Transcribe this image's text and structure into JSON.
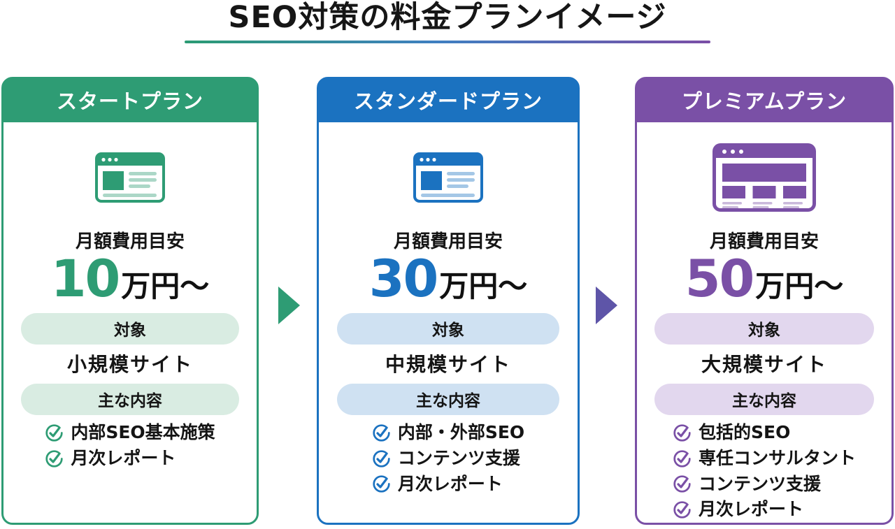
{
  "title": "SEO対策の料金プランイメージ",
  "title_underline": {
    "left_color": "#2B9B73",
    "mid_color": "#3F7FC1",
    "right_color": "#7A4EA6"
  },
  "plans": [
    {
      "name": "スタートプラン",
      "accent": "#2E9C74",
      "accent_light": "#D9ECE2",
      "icon": "browser-window-article-icon",
      "price_label": "月額費用目安",
      "price_value": "10",
      "price_unit": "万円〜",
      "target_label": "対象",
      "target_value": "小規模サイト",
      "contents_label": "主な内容",
      "items": [
        "内部SEO基本施策",
        "月次レポート"
      ]
    },
    {
      "name": "スタンダードプラン",
      "accent": "#1B72C0",
      "accent_light": "#CFE1F2",
      "icon": "browser-window-article-icon",
      "price_label": "月額費用目安",
      "price_value": "30",
      "price_unit": "万円〜",
      "target_label": "対象",
      "target_value": "中規模サイト",
      "contents_label": "主な内容",
      "items": [
        "内部・外部SEO",
        "コンテンツ支援",
        "月次レポート"
      ]
    },
    {
      "name": "プレミアムプラン",
      "accent": "#7A50A6",
      "accent_light": "#E2D7EE",
      "icon": "browser-window-grid-icon",
      "price_label": "月額費用目安",
      "price_value": "50",
      "price_unit": "万円〜",
      "target_label": "対象",
      "target_value": "大規模サイト",
      "contents_label": "主な内容",
      "items": [
        "包括的SEO",
        "専任コンサルタント",
        "コンテンツ支援",
        "月次レポート"
      ]
    }
  ],
  "arrows": [
    {
      "accent": "#2E9C74"
    },
    {
      "accent": "#5E55A8"
    }
  ]
}
